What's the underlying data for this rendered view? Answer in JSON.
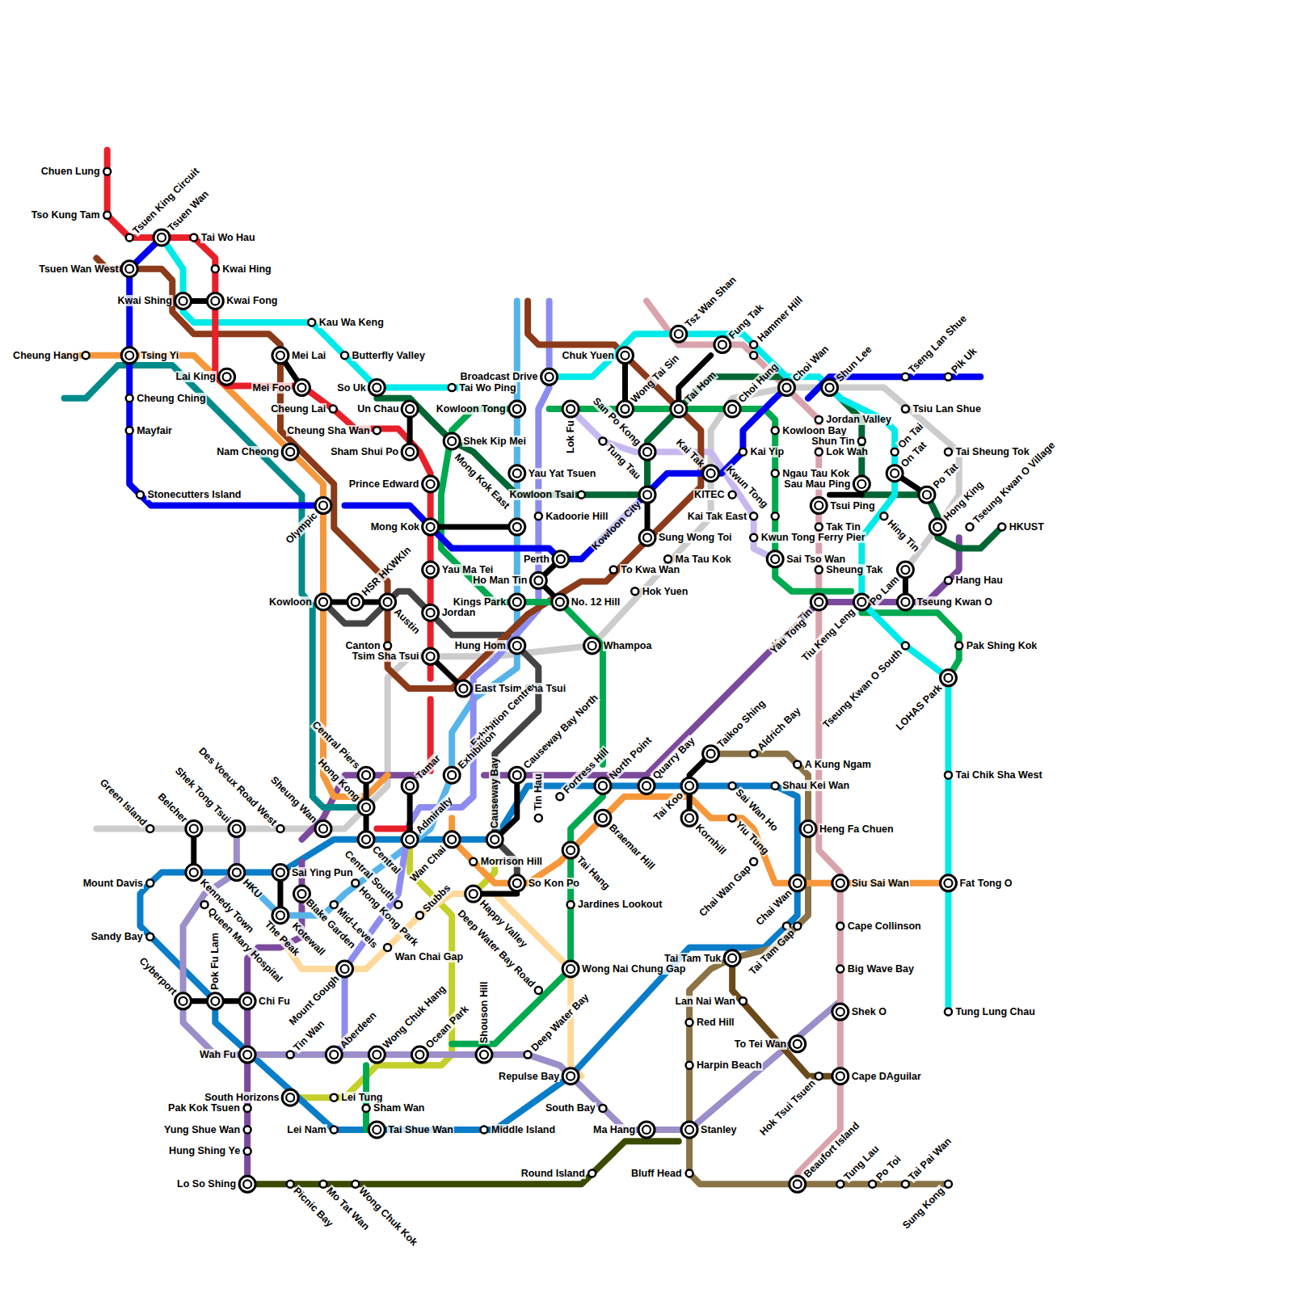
{
  "diagram": {
    "labels": [
      "Chuen Lung",
      "Tso Kung Tam",
      "Tsuen King Circuit",
      "Tsuen Wan",
      "Tai Wo Hau",
      "Tsuen Wan West",
      "Kwai Hing",
      "Kwai Shing",
      "Kwai Fong",
      "Kau Wa Keng",
      "Cheung Hang",
      "Tsing Yi",
      "Mei Lai",
      "Butterfly Valley",
      "Lai King",
      "Mei Foo",
      "So Uk",
      "Tai Wo Ping",
      "Broadcast Drive",
      "Chuk Yuen",
      "Tsz Wan Shan",
      "Fung Tak",
      "Hammer Hill",
      "Cheung Ching",
      "Cheung Lai",
      "Un Chau",
      "Kowloon Tong",
      "Lok Fu",
      "Wong Tai Sin",
      "Tai Hom",
      "Choi Hung",
      "Choi Wan",
      "Shun Lee",
      "Tseng Lan Shue",
      "Pik Uk",
      "Tsiu Lan Shue",
      "Mayfair",
      "Cheung Sha Wan",
      "Shek Kip Mei",
      "Sham Shui Po",
      "Nam Cheong",
      "San Po Kong",
      "Tung Tau",
      "Kai Tak",
      "Kowloon Bay",
      "Jordan Valley",
      "Kai Yip",
      "Lok Wah",
      "Shun Tin",
      "On Tai",
      "On Tat",
      "Tai Sheung Tok",
      "Mong Kok East",
      "Prince Edward",
      "Yau Yat Tsuen",
      "Ngau Tau Kok",
      "Sau Mau Ping",
      "Po Tat",
      "Stonecutters Island",
      "Olympic",
      "Kowloon Tsai",
      "Kowloon City",
      "KITEC",
      "Tsui Ping",
      "Hing Tin",
      "Hong King",
      "Tseung Kwan O Village",
      "HKUST",
      "Kadoorie Hill",
      "Mong Kok",
      "Tak Tin",
      "Kai Tak East",
      "Kwun Tong",
      "Kwun Tong Ferry Pier",
      "Sung Wong Toi",
      "Perth",
      "Ma Tau Kok",
      "Sai Tso Wan",
      "Sheung Tak",
      "Po Lam",
      "Hang Hau",
      "Yau Ma Tei",
      "Ho Man Tin",
      "To Kwa Wan",
      "Hok Yuen",
      "Kowloon",
      "HSR HKWKln",
      "Austin",
      "Kings Park",
      "No. 12 Hill",
      "Kwong Tin",
      "Tiu Keng Leng",
      "Tseung Kwan O",
      "Jordan",
      "Yau Tong",
      "Canton",
      "Hung Hom",
      "Whampoa",
      "Tseung Kwan O South",
      "Pak Shing Kok",
      "Tsim Sha Tsui",
      "LOHAS Park",
      "East Tsim Sha Tsui",
      "Exhibition Centre",
      "Causeway Bay North",
      "Taikoo Shing",
      "Aldrich Bay",
      "A Kung Ngam",
      "Tai Chik Sha West",
      "Central Piers",
      "Tamar",
      "Exhibition",
      "Fortress Hill",
      "North Point",
      "Quarry Bay",
      "Shau Kei Wan",
      "Tai Koo",
      "Sai Wan Ho",
      "Hong Kong",
      "Tin Hau",
      "Kornhill",
      "Yiu Tung",
      "Braemar Hill",
      "Heng Fa Chuen",
      "Green Island",
      "Belcher",
      "Shek Tong Tsui",
      "Des Voeux Road West",
      "Sheung Wan",
      "Central",
      "Admiralty",
      "Wan Chai",
      "Causeway Bay",
      "Tai Hang",
      "Morrison Hill",
      "Chai Wan Gap",
      "Sai Ying Pun",
      "HKU",
      "Kennedy Town",
      "Mount Davis",
      "Hong Kong Park",
      "So Kon Po",
      "Chai Wan",
      "Siu Sai Wan",
      "Fat Tong O",
      "Blake Garden",
      "Happy Valley",
      "Central South",
      "Mid-Levels",
      "Jardines Lookout",
      "Queen Mary Hospital",
      "Stubbs",
      "The Peak",
      "Kotewall",
      "Cape Collinson",
      "Tai Tam Gap",
      "Sandy Bay",
      "Wan Chai Gap",
      "Tai Tam Tuk",
      "Mount Gough",
      "Wong Nai Chung Gap",
      "Big Wave Bay",
      "Deep Water Bay Road",
      "Cyberport",
      "Pok Fu Lam",
      "Chi Fu",
      "Lan Nai Wan",
      "Shek O",
      "Tung Lung Chau",
      "Red Hill",
      "To Tei Wan",
      "Wah Fu",
      "Tin Wan",
      "Aberdeen",
      "Wong Chuk Hang",
      "Ocean Park",
      "Shouson Hill",
      "Deep Water Bay",
      "Harpin Beach",
      "Repulse Bay",
      "Hok Tsui Tsuen",
      "Cape DAguilar",
      "South Horizons",
      "Lei Tung",
      "Pak Kok Tsuen",
      "Sham Wan",
      "South Bay",
      "Yung Shue Wan",
      "Lei Nam",
      "Tai Shue Wan",
      "Middle Island",
      "Ma Hang",
      "Stanley",
      "Hung Shing Ye",
      "Round Island",
      "Bluff Head",
      "Lo So Shing",
      "Picnic Bay",
      "Mo Tat Wan",
      "Wong Chuk Kok",
      "Beaufort Island",
      "Tung Lau",
      "Po Toi",
      "Tai Pai Wan",
      "Sung Kong"
    ]
  }
}
